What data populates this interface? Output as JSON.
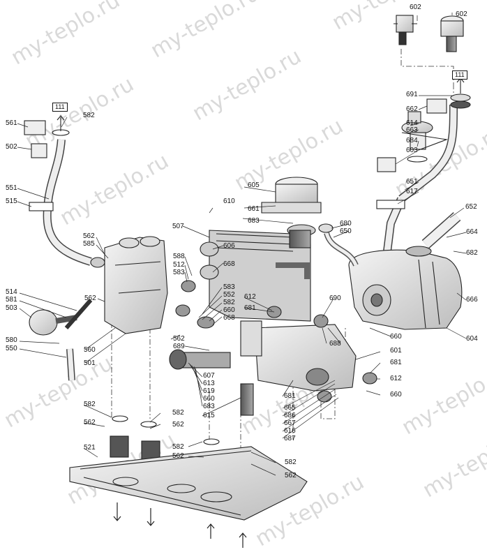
{
  "watermark": "my-teplo.ru",
  "reference_box": "111",
  "labels": {
    "l602a": "602",
    "l602b": "602",
    "l111r": "111",
    "l691": "691",
    "l662": "662",
    "l614": "614",
    "l663": "663",
    "l684": "684",
    "l603": "603",
    "l651": "651",
    "l617": "617",
    "l652": "652",
    "l680": "680",
    "l650": "650",
    "l664": "664",
    "l682": "682",
    "l666": "666",
    "l604": "604",
    "l690": "690",
    "l660r": "660",
    "l601": "601",
    "l681r": "681",
    "l612r": "612",
    "l660rr": "660",
    "l111l": "111",
    "l582a": "582",
    "l561": "561",
    "l502": "502",
    "l551": "551",
    "l515": "515",
    "l562a": "562",
    "l585": "585",
    "l514": "514",
    "l581": "581",
    "l503": "503",
    "l562b": "562",
    "l580": "580",
    "l550": "550",
    "l560": "560",
    "l501": "501",
    "l605": "605",
    "l610": "610",
    "l661": "661",
    "l683": "683",
    "l507": "507",
    "l606": "606",
    "l588": "588",
    "l512": "512",
    "l583": "583",
    "l668a": "668",
    "l583b": "583",
    "l552": "552",
    "l582b": "582",
    "l660a": "660",
    "l668b": "668",
    "l612": "612",
    "l681a": "681",
    "l562c": "562",
    "l689": "689",
    "l688": "688",
    "l607": "607",
    "l613": "613",
    "l619": "619",
    "l660b": "660",
    "l683b": "683",
    "l615": "615",
    "l681b": "681",
    "l665": "665",
    "l686": "686",
    "l667": "667",
    "l616": "616",
    "l687": "687",
    "l582c": "582",
    "l562d": "562",
    "l582d": "582",
    "l562e": "562",
    "l521": "521",
    "l582e": "582",
    "l562f": "562",
    "l582f": "582",
    "l562g": "562"
  }
}
